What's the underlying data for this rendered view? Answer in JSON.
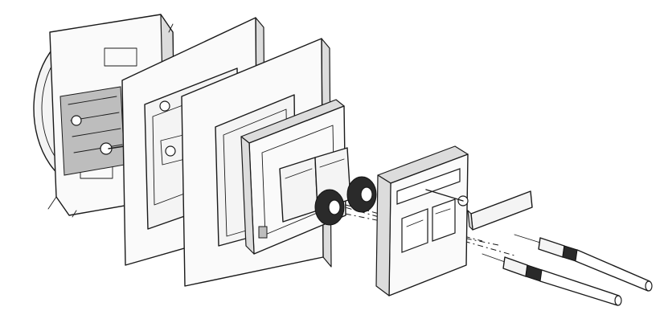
{
  "figure": {
    "kind": "exploded-assembly-illustration",
    "parts": [
      "mounting-box",
      "support-frame",
      "cover-frame-outer",
      "cover-frame-inner",
      "speaker-terminal-module",
      "cover-plate",
      "label-strip",
      "banana-plug-upper",
      "banana-plug-lower"
    ],
    "colors": {
      "line": "#1a1a1a",
      "paper": "#ffffff",
      "plate_fill": "#f4f4f4",
      "shade": "#dcdcdc",
      "dark": "#2a2a2a"
    }
  }
}
